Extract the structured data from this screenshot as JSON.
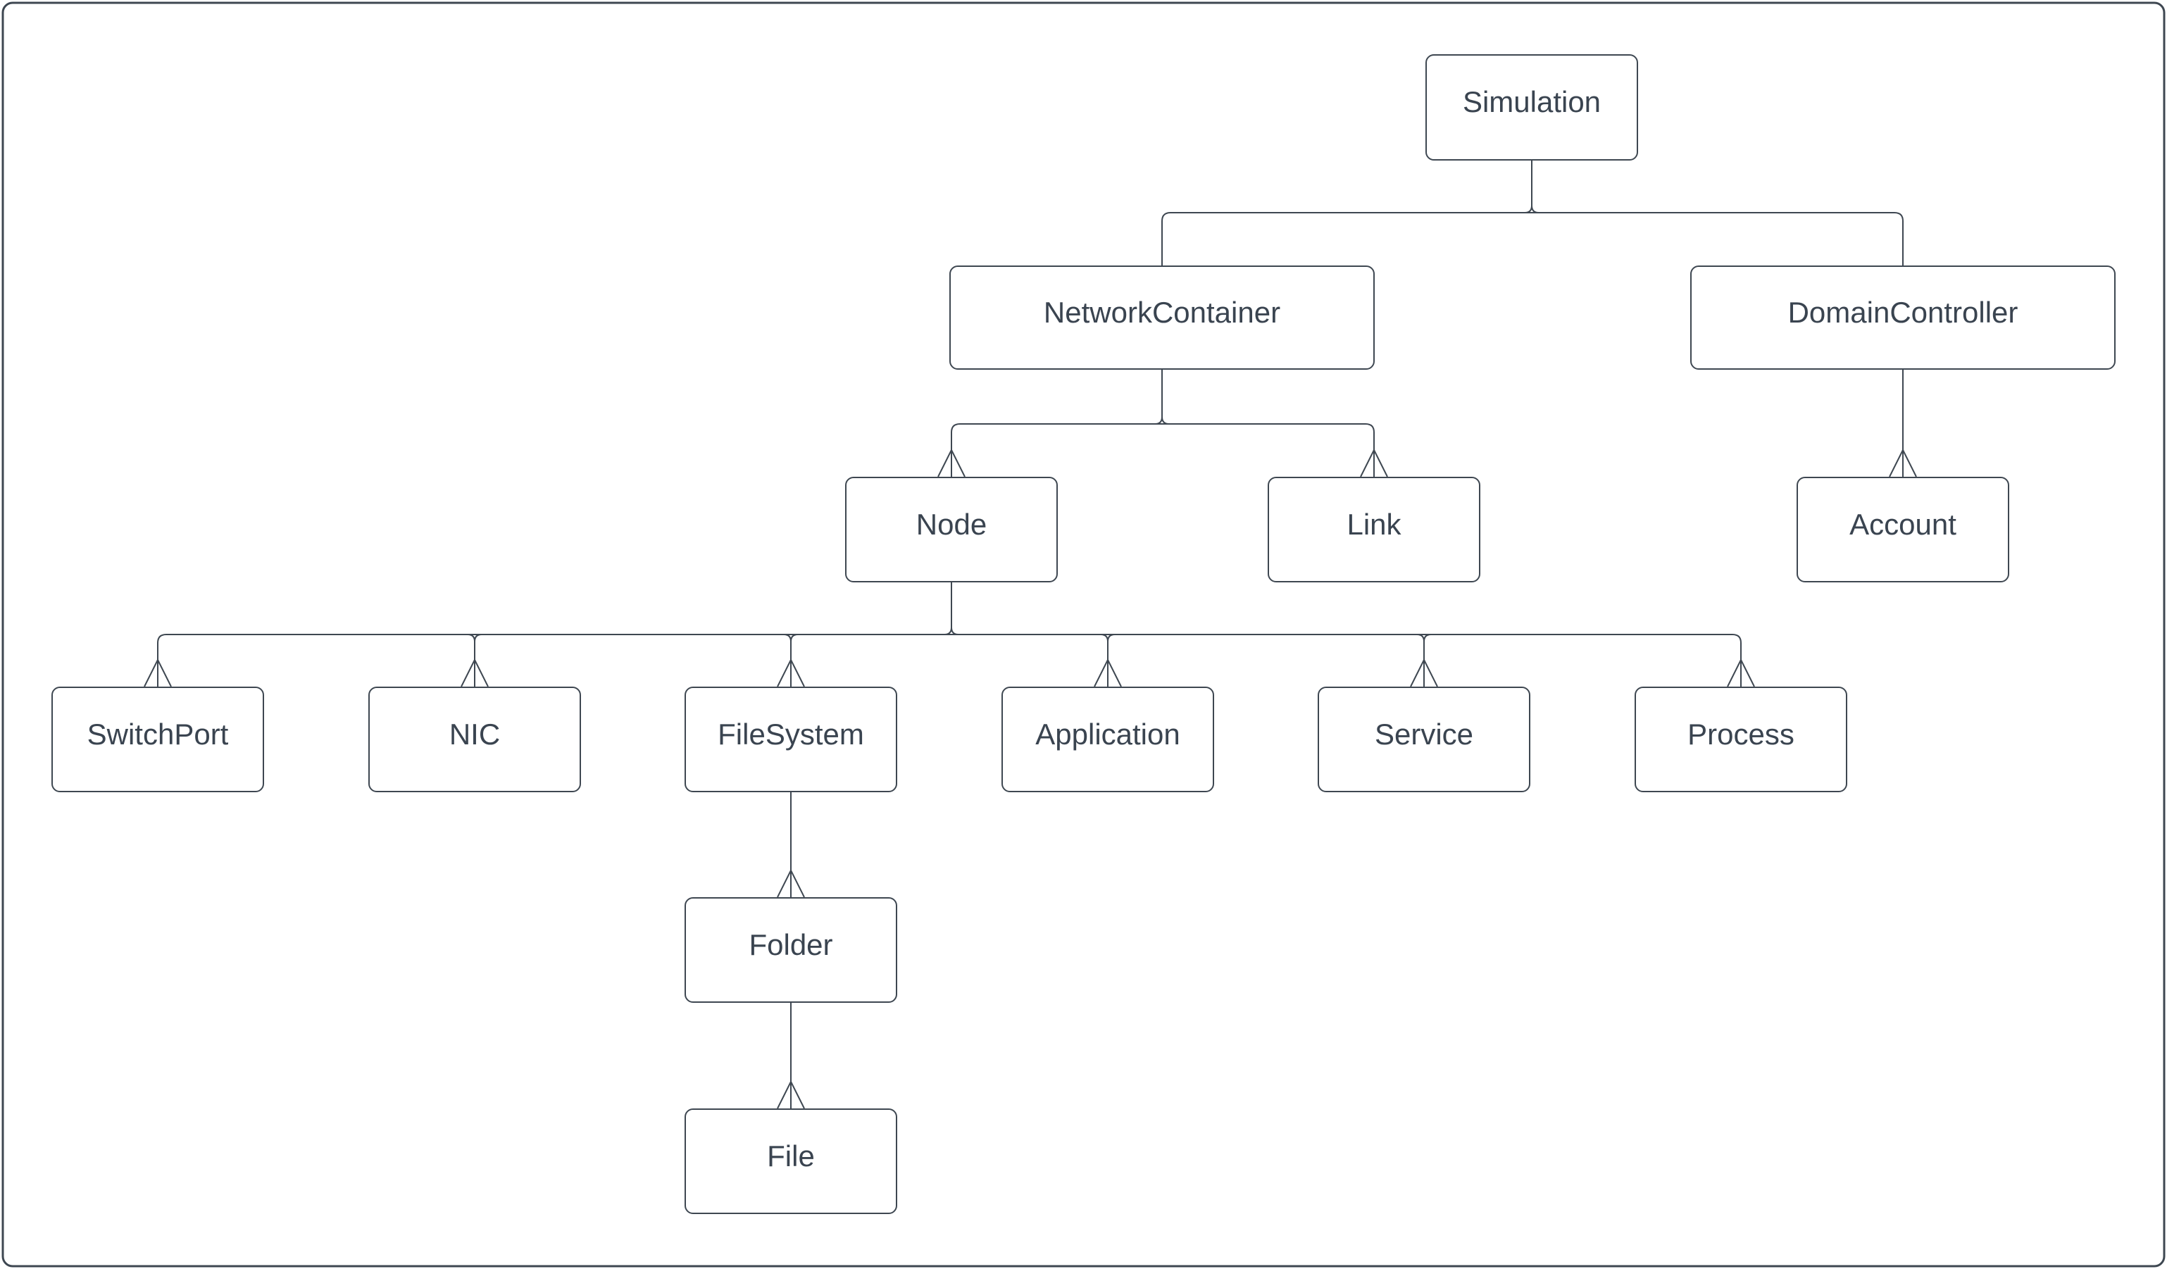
{
  "colors": {
    "stroke": "#3e4751",
    "text": "#3a4450",
    "background": "#ffffff"
  },
  "nodes": [
    {
      "id": "simulation",
      "label": "Simulation",
      "parent": null
    },
    {
      "id": "network-container",
      "label": "NetworkContainer",
      "parent": "simulation"
    },
    {
      "id": "domain-controller",
      "label": "DomainController",
      "parent": "simulation"
    },
    {
      "id": "node",
      "label": "Node",
      "parent": "network-container"
    },
    {
      "id": "link",
      "label": "Link",
      "parent": "network-container"
    },
    {
      "id": "account",
      "label": "Account",
      "parent": "domain-controller"
    },
    {
      "id": "switch-port",
      "label": "SwitchPort",
      "parent": "node"
    },
    {
      "id": "nic",
      "label": "NIC",
      "parent": "node"
    },
    {
      "id": "file-system",
      "label": "FileSystem",
      "parent": "node"
    },
    {
      "id": "application",
      "label": "Application",
      "parent": "node"
    },
    {
      "id": "service",
      "label": "Service",
      "parent": "node"
    },
    {
      "id": "process",
      "label": "Process",
      "parent": "node"
    },
    {
      "id": "folder",
      "label": "Folder",
      "parent": "file-system"
    },
    {
      "id": "file",
      "label": "File",
      "parent": "folder"
    }
  ],
  "edges": [
    {
      "from": "simulation",
      "to": "network-container",
      "arrowhead": "none"
    },
    {
      "from": "simulation",
      "to": "domain-controller",
      "arrowhead": "none"
    },
    {
      "from": "network-container",
      "to": "node",
      "arrowhead": "open-chevron-up"
    },
    {
      "from": "network-container",
      "to": "link",
      "arrowhead": "open-chevron-up"
    },
    {
      "from": "domain-controller",
      "to": "account",
      "arrowhead": "open-chevron-up"
    },
    {
      "from": "node",
      "to": "switch-port",
      "arrowhead": "open-chevron-up"
    },
    {
      "from": "node",
      "to": "nic",
      "arrowhead": "open-chevron-up"
    },
    {
      "from": "node",
      "to": "file-system",
      "arrowhead": "open-chevron-up"
    },
    {
      "from": "node",
      "to": "application",
      "arrowhead": "open-chevron-up"
    },
    {
      "from": "node",
      "to": "service",
      "arrowhead": "open-chevron-up"
    },
    {
      "from": "node",
      "to": "process",
      "arrowhead": "open-chevron-up"
    },
    {
      "from": "file-system",
      "to": "folder",
      "arrowhead": "open-chevron-up"
    },
    {
      "from": "folder",
      "to": "file",
      "arrowhead": "open-chevron-up"
    }
  ]
}
